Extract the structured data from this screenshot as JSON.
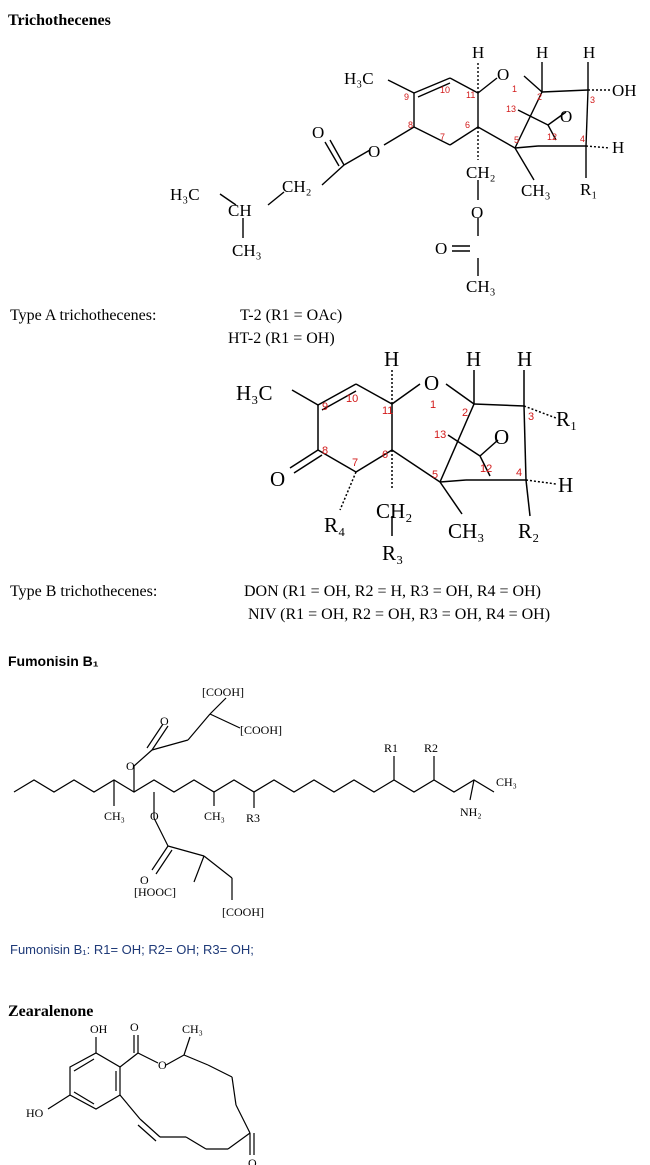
{
  "trichothecenes": {
    "title": "Trichothecenes",
    "typeA": {
      "caption": "Type A trichothecenes:",
      "line1": "T-2 (R1 = OAc)",
      "line2": "HT-2 (R1 = OH)"
    },
    "typeB": {
      "caption": "Type B trichothecenes:",
      "line1": "DON (R1 = OH, R2 = H, R3 = OH, R4 = OH)",
      "line2": "NIV (R1 = OH, R2 = OH, R3 = OH, R4 = OH)"
    }
  },
  "fumonisin": {
    "title": "Fumonisin B₁",
    "caption": "Fumonisin B₁: R1= OH; R2= OH; R3= OH;"
  },
  "zearalenone": {
    "title": "Zearalenone"
  }
}
